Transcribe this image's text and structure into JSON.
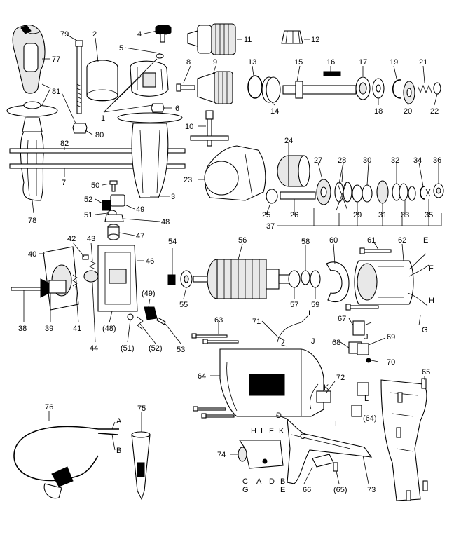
{
  "callouts": [
    {
      "id": "c79",
      "label": "79"
    },
    {
      "id": "c2",
      "label": "2"
    },
    {
      "id": "c4",
      "label": "4"
    },
    {
      "id": "c5",
      "label": "5"
    },
    {
      "id": "c11",
      "label": "11"
    },
    {
      "id": "c12",
      "label": "12"
    },
    {
      "id": "c77",
      "label": "77"
    },
    {
      "id": "c81",
      "label": "81"
    },
    {
      "id": "c8",
      "label": "8"
    },
    {
      "id": "c9",
      "label": "9"
    },
    {
      "id": "c13",
      "label": "13"
    },
    {
      "id": "c15",
      "label": "15"
    },
    {
      "id": "c16",
      "label": "16"
    },
    {
      "id": "c17",
      "label": "17"
    },
    {
      "id": "c19",
      "label": "19"
    },
    {
      "id": "c21",
      "label": "21"
    },
    {
      "id": "c14",
      "label": "14"
    },
    {
      "id": "c18",
      "label": "18"
    },
    {
      "id": "c20",
      "label": "20"
    },
    {
      "id": "c22",
      "label": "22"
    },
    {
      "id": "c1",
      "label": "1"
    },
    {
      "id": "c6",
      "label": "6"
    },
    {
      "id": "c10",
      "label": "10"
    },
    {
      "id": "c80",
      "label": "80"
    },
    {
      "id": "c82",
      "label": "82"
    },
    {
      "id": "c7",
      "label": "7"
    },
    {
      "id": "c24",
      "label": "24"
    },
    {
      "id": "c23",
      "label": "23"
    },
    {
      "id": "c27",
      "label": "27"
    },
    {
      "id": "c28",
      "label": "28"
    },
    {
      "id": "c30",
      "label": "30"
    },
    {
      "id": "c32",
      "label": "32"
    },
    {
      "id": "c34",
      "label": "34"
    },
    {
      "id": "c36",
      "label": "36"
    },
    {
      "id": "c50",
      "label": "50"
    },
    {
      "id": "c3",
      "label": "3"
    },
    {
      "id": "c52",
      "label": "52"
    },
    {
      "id": "c49",
      "label": "49"
    },
    {
      "id": "c51",
      "label": "51"
    },
    {
      "id": "c25",
      "label": "25"
    },
    {
      "id": "c26",
      "label": "26"
    },
    {
      "id": "c29",
      "label": "29"
    },
    {
      "id": "c31",
      "label": "31"
    },
    {
      "id": "c33",
      "label": "33"
    },
    {
      "id": "c35",
      "label": "35"
    },
    {
      "id": "c78",
      "label": "78"
    },
    {
      "id": "c48",
      "label": "48"
    },
    {
      "id": "c37",
      "label": "37"
    },
    {
      "id": "c47",
      "label": "47"
    },
    {
      "id": "c42",
      "label": "42"
    },
    {
      "id": "c43",
      "label": "43"
    },
    {
      "id": "c54",
      "label": "54"
    },
    {
      "id": "c56",
      "label": "56"
    },
    {
      "id": "c58",
      "label": "58"
    },
    {
      "id": "c60",
      "label": "60"
    },
    {
      "id": "c61",
      "label": "61"
    },
    {
      "id": "c62",
      "label": "62"
    },
    {
      "id": "c40",
      "label": "40"
    },
    {
      "id": "c46",
      "label": "46"
    },
    {
      "id": "cE1",
      "label": "E"
    },
    {
      "id": "cF1",
      "label": "F"
    },
    {
      "id": "c55",
      "label": "55"
    },
    {
      "id": "c57",
      "label": "57"
    },
    {
      "id": "c59",
      "label": "59"
    },
    {
      "id": "c49p",
      "label": "(49)"
    },
    {
      "id": "cH1",
      "label": "H"
    },
    {
      "id": "c38",
      "label": "38"
    },
    {
      "id": "c39",
      "label": "39"
    },
    {
      "id": "c41",
      "label": "41"
    },
    {
      "id": "c48p",
      "label": "(48)"
    },
    {
      "id": "cG1",
      "label": "G"
    },
    {
      "id": "c63",
      "label": "63"
    },
    {
      "id": "c71",
      "label": "71"
    },
    {
      "id": "cI1",
      "label": "I"
    },
    {
      "id": "c67",
      "label": "67"
    },
    {
      "id": "cJ1",
      "label": "J"
    },
    {
      "id": "c69",
      "label": "69"
    },
    {
      "id": "c44",
      "label": "44"
    },
    {
      "id": "c51p",
      "label": "(51)"
    },
    {
      "id": "c52p",
      "label": "(52)"
    },
    {
      "id": "c53",
      "label": "53"
    },
    {
      "id": "c68",
      "label": "68"
    },
    {
      "id": "cJ2",
      "label": "J"
    },
    {
      "id": "c70",
      "label": "70"
    },
    {
      "id": "c64",
      "label": "64"
    },
    {
      "id": "c65",
      "label": "65"
    },
    {
      "id": "c72",
      "label": "72"
    },
    {
      "id": "cK1",
      "label": "K"
    },
    {
      "id": "cL1",
      "label": "L"
    },
    {
      "id": "cD1",
      "label": "D"
    },
    {
      "id": "cL2",
      "label": "L"
    },
    {
      "id": "c64p",
      "label": "(64)"
    },
    {
      "id": "c76",
      "label": "76"
    },
    {
      "id": "c75",
      "label": "75"
    },
    {
      "id": "cA1",
      "label": "A"
    },
    {
      "id": "cB1",
      "label": "B"
    },
    {
      "id": "cC1",
      "label": "C"
    },
    {
      "id": "cH2",
      "label": "H"
    },
    {
      "id": "cI2",
      "label": "I"
    },
    {
      "id": "cF2",
      "label": "F"
    },
    {
      "id": "cK2",
      "label": "K"
    },
    {
      "id": "c74",
      "label": "74"
    },
    {
      "id": "cC2",
      "label": "C"
    },
    {
      "id": "cA2",
      "label": "A"
    },
    {
      "id": "cD2",
      "label": "D"
    },
    {
      "id": "cB2",
      "label": "B"
    },
    {
      "id": "cG2",
      "label": "G"
    },
    {
      "id": "cE2",
      "label": "E"
    },
    {
      "id": "c66",
      "label": "66"
    },
    {
      "id": "c65p",
      "label": "(65)"
    },
    {
      "id": "c73",
      "label": "73"
    }
  ]
}
